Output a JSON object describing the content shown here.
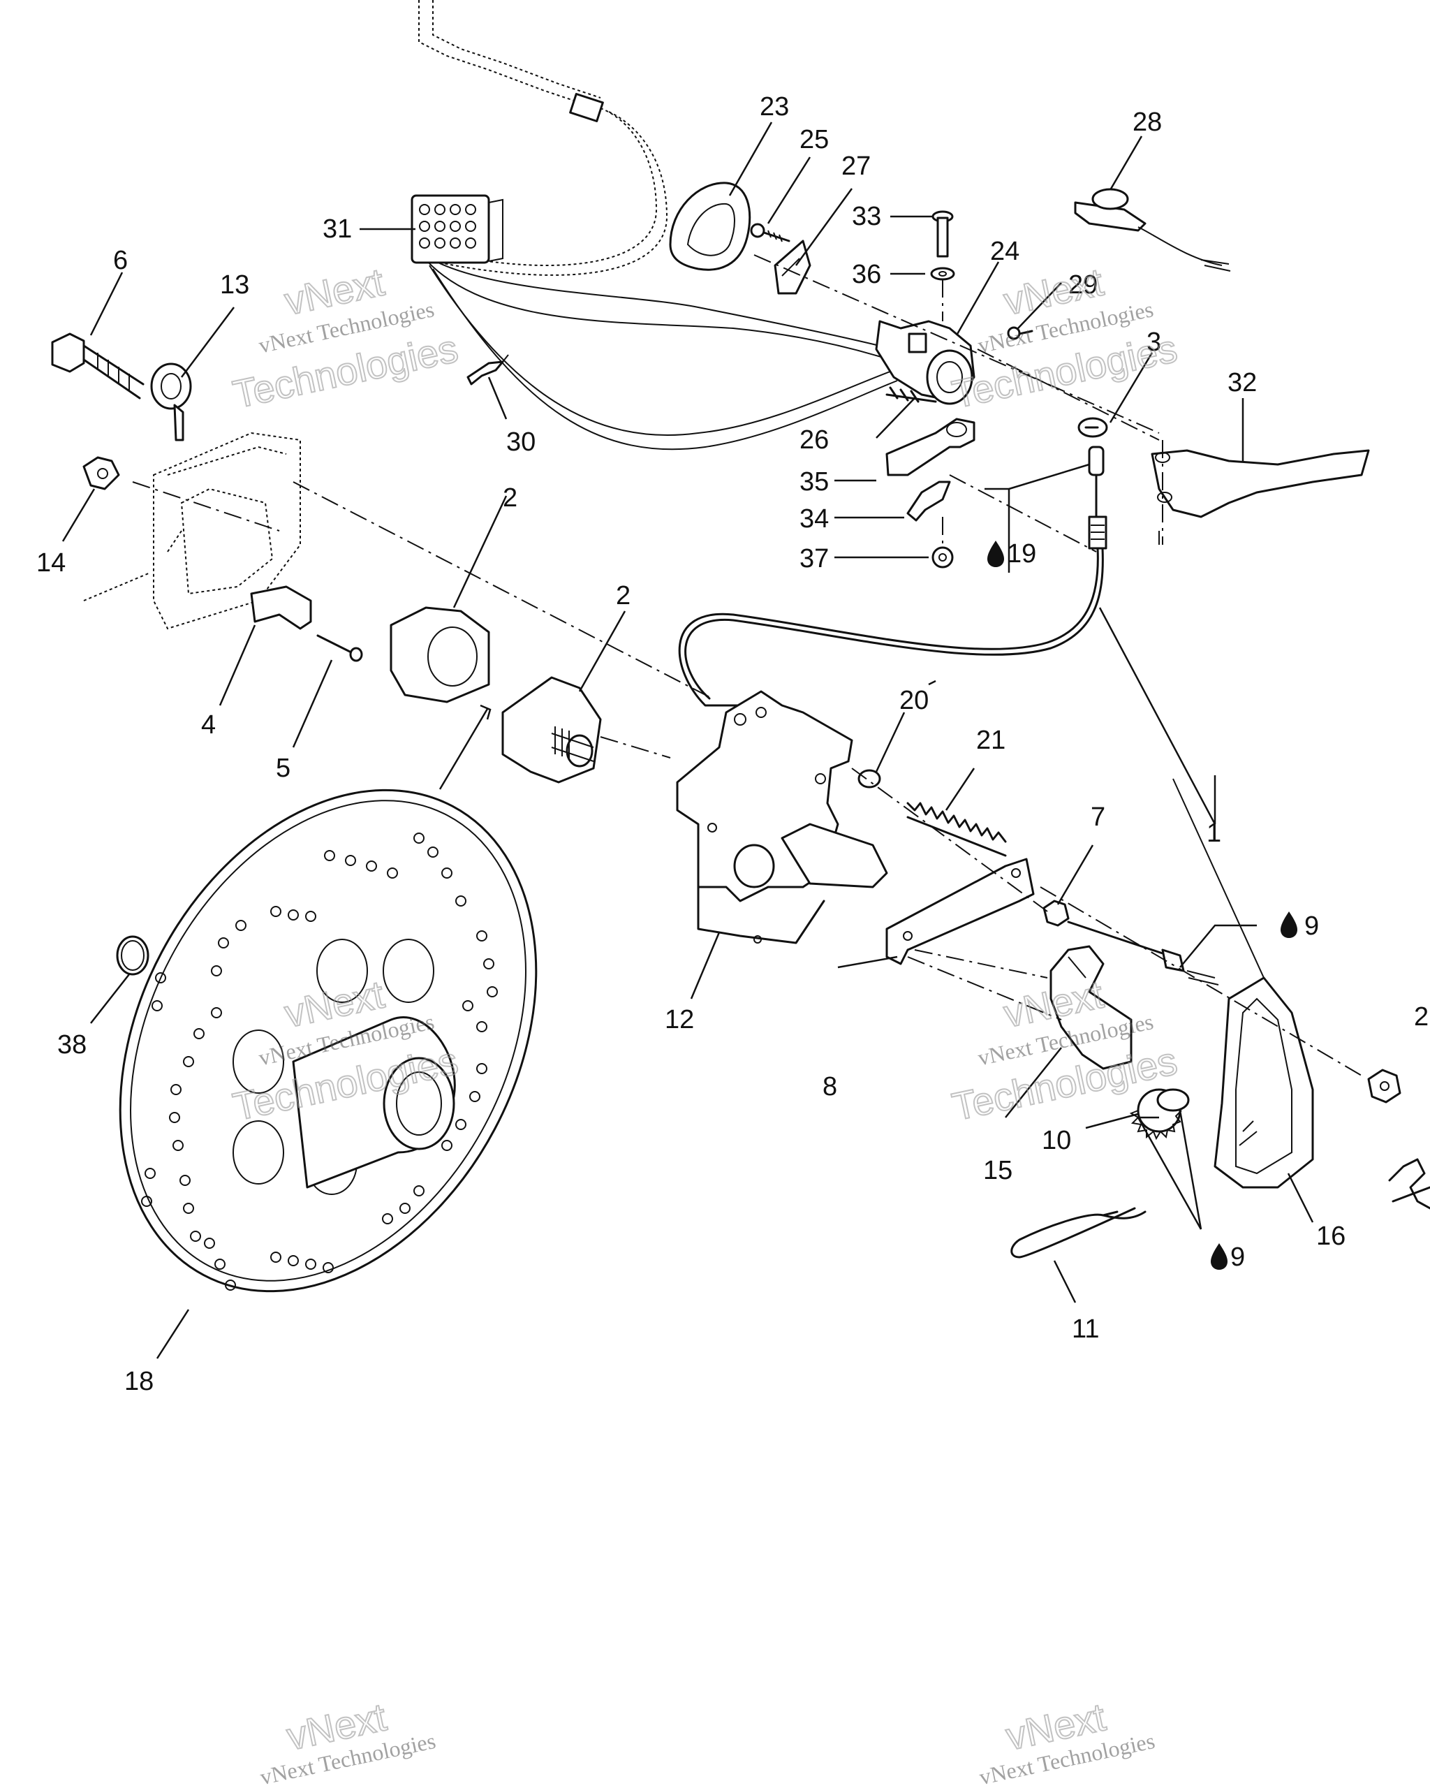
{
  "watermark": {
    "brand": "vNext",
    "line": "vNext Technologies",
    "word": "Technologies"
  },
  "callouts": {
    "n1": "1",
    "n2a": "2",
    "n2b": "2",
    "n2c": "2",
    "n3": "3",
    "n4": "4",
    "n5": "5",
    "n6": "6",
    "n7": "7",
    "n8": "8",
    "n9a": "9",
    "n9b": "9",
    "n10": "10",
    "n11": "11",
    "n12": "12",
    "n13": "13",
    "n14": "14",
    "n15": "15",
    "n16": "16",
    "n18": "18",
    "n19": "19",
    "n20": "20",
    "n21": "21",
    "n23": "23",
    "n24": "24",
    "n25": "25",
    "n26": "26",
    "n27": "27",
    "n28": "28",
    "n29": "29",
    "n30": "30",
    "n31": "31",
    "n32": "32",
    "n33": "33",
    "n34": "34",
    "n35": "35",
    "n36": "36",
    "n37": "37",
    "n38": "38"
  },
  "icons": {
    "lubricant": "oil-drop-icon"
  }
}
